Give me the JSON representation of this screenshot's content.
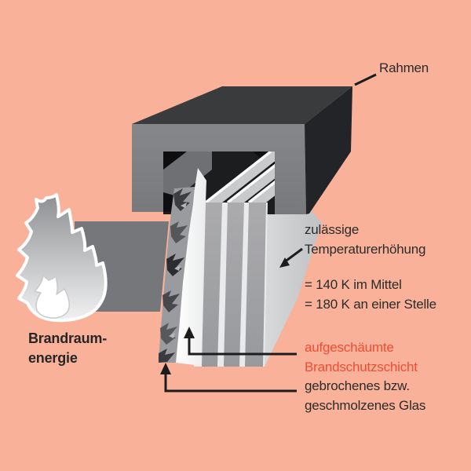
{
  "diagram": {
    "type": "fire-protection-glazing-cross-section",
    "labels": {
      "rahmen": "Rahmen",
      "temp_allowed_1": "zulässige",
      "temp_allowed_2": "Temperaturerhöhung",
      "temp_value_1": "= 140 K im Mittel",
      "temp_value_2": "= 180 K an einer Stelle",
      "foam_1": "aufgeschäumte",
      "foam_2": "Brandschutzschicht",
      "broken_glass_1": "gebrochenes bzw.",
      "broken_glass_2": "geschmolzenes Glas",
      "fire_energy_1": "Brandraum-",
      "fire_energy_2": "energie"
    },
    "icons": {
      "flame": "flame-icon"
    },
    "colors": {
      "background": "#f9b299",
      "accent_text": "#ef4c35",
      "text": "#2b2b2b",
      "frame_front": "#7f8083",
      "frame_top": "#3a3b3d",
      "frame_side": "#232427",
      "heat_band": "#76777a",
      "glass_light": "#e9eaeb",
      "glass_stripe": "#a0a1a4",
      "foam_layer": "#f2f2f3",
      "broken_glass": "#9a9b9e",
      "backdrop": "#cbccce",
      "annotation_line": "#1c1c1c"
    }
  }
}
